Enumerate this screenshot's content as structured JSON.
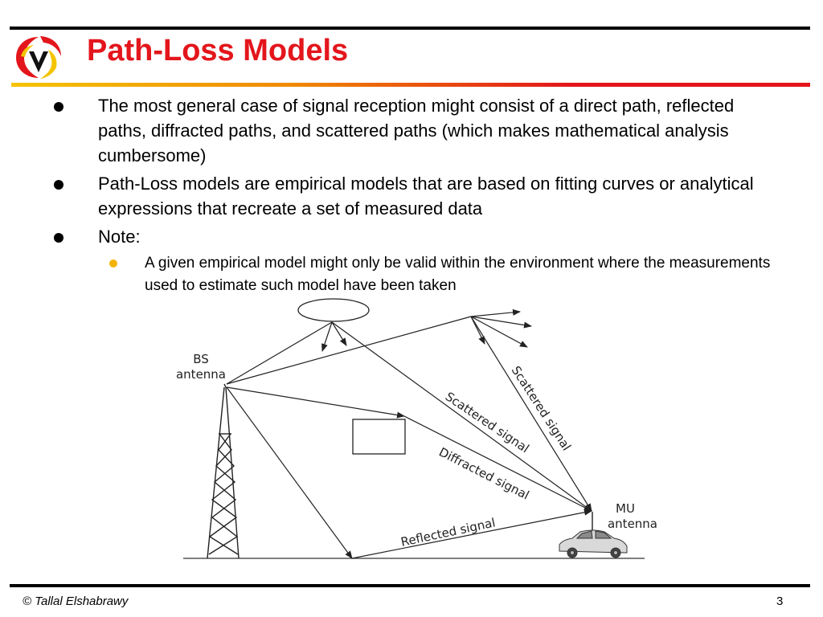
{
  "slide": {
    "title": "Path-Loss Models",
    "bullets": [
      "The most general case of signal reception might consist of a direct path, reflected paths, diffracted paths, and scattered paths (which makes mathematical analysis cumbersome)",
      "Path-Loss models are empirical models that are based on fitting curves or analytical expressions that recreate a set of measured data",
      "Note:"
    ],
    "sub_bullet": "A given empirical model might only be valid within the environment where the measurements used to estimate such model have been taken"
  },
  "diagram": {
    "bs_label_1": "BS",
    "bs_label_2": "antenna",
    "mu_label_1": "MU",
    "mu_label_2": "antenna",
    "scattered_1": "Scattered signal",
    "scattered_2": "Scattered signal",
    "diffracted": "Diffracted signal",
    "reflected": "Reflected signal"
  },
  "footer": {
    "copyright": "© Tallal Elshabrawy",
    "page_number": "3"
  },
  "colors": {
    "title": "#e3161c",
    "accent_yellow": "#f4c400",
    "sub_bullet": "#f2b300"
  }
}
